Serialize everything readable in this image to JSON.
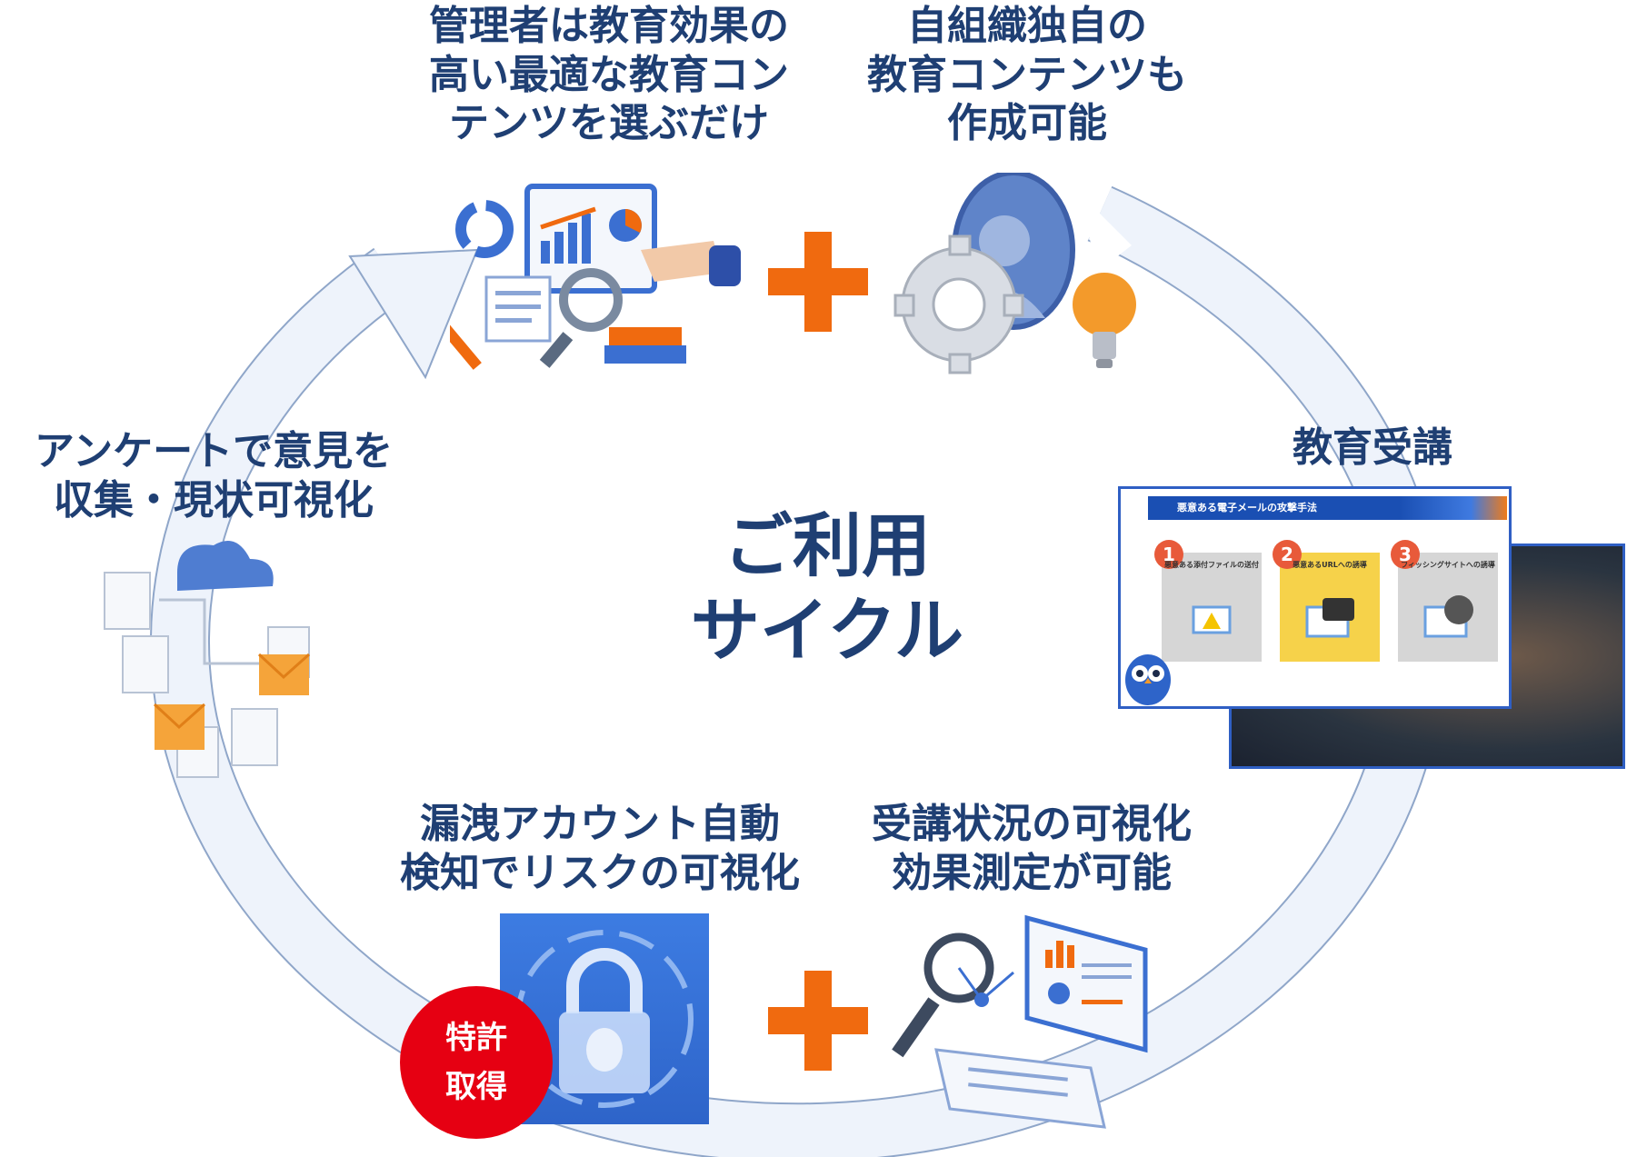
{
  "center": {
    "line1": "ご利用",
    "line2": "サイクル"
  },
  "steps": {
    "top_left": {
      "line1": "管理者は教育効果の",
      "line2": "高い最適な教育コン",
      "line3": "テンツを選ぶだけ"
    },
    "top_right": {
      "line1": "自組織独自の",
      "line2": "教育コンテンツも",
      "line3": "作成可能"
    },
    "right": {
      "line1": "教育受講"
    },
    "bottom_right": {
      "line1": "受講状況の可視化",
      "line2": "効果測定が可能"
    },
    "bottom_left": {
      "line1": "漏洩アカウント自動",
      "line2": "検知でリスクの可視化"
    },
    "left": {
      "line1": "アンケートで意見を",
      "line2": "収集・現状可視化"
    }
  },
  "badge": {
    "line1": "特許",
    "line2": "取得"
  },
  "slide": {
    "header": "悪意ある電子メールの攻撃手法",
    "cards": [
      {
        "num": "1",
        "title": "悪意ある添付ファイルの送付"
      },
      {
        "num": "2",
        "title": "悪意あるURLへの誘導"
      },
      {
        "num": "3",
        "title": "フィッシングサイトへの誘導"
      }
    ]
  },
  "colors": {
    "text": "#1f3f73",
    "plus": "#f06a0f",
    "arrow_fill": "#eef3fb",
    "arrow_stroke": "#8fa6c9",
    "badge": "#e60012"
  }
}
